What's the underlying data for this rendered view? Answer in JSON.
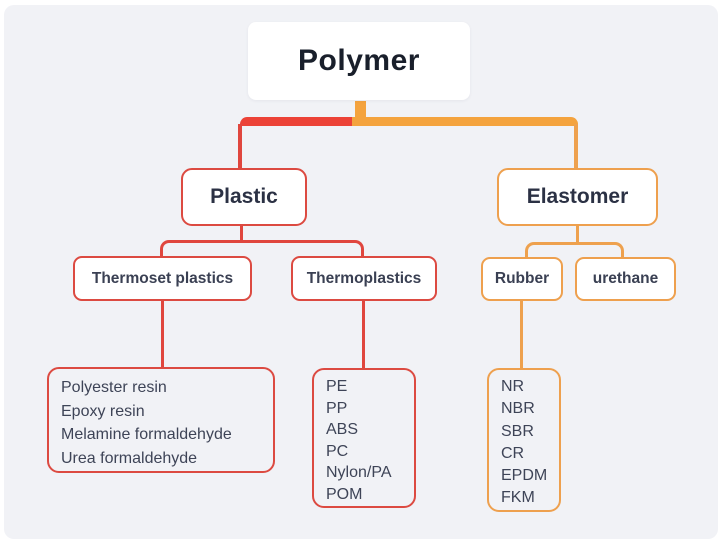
{
  "root": {
    "label": "Polymer"
  },
  "branches": {
    "plastic": {
      "label": "Plastic",
      "accent_color": "#e0463e"
    },
    "elastomer": {
      "label": "Elastomer",
      "accent_color": "#eea14e"
    }
  },
  "categories": {
    "thermoset": {
      "label": "Thermoset plastics",
      "items": [
        "Polyester resin",
        "Epoxy resin",
        "Melamine formaldehyde",
        "Urea formaldehyde"
      ]
    },
    "thermoplastics": {
      "label": "Thermoplastics",
      "items": [
        "PE",
        "PP",
        "ABS",
        "PC",
        "Nylon/PA",
        "POM"
      ]
    },
    "rubber": {
      "label": "Rubber",
      "items": [
        "NR",
        "NBR",
        "SBR",
        "CR",
        "EPDM",
        "FKM"
      ]
    },
    "urethane": {
      "label": "urethane",
      "items": []
    }
  },
  "colors": {
    "background": "#f1f2f6",
    "red_bar": "#ec4237",
    "orange_bar": "#f4a33e",
    "red_border": "#dc4a41",
    "orange_border": "#eea04e",
    "text_dark": "#2b3144"
  }
}
